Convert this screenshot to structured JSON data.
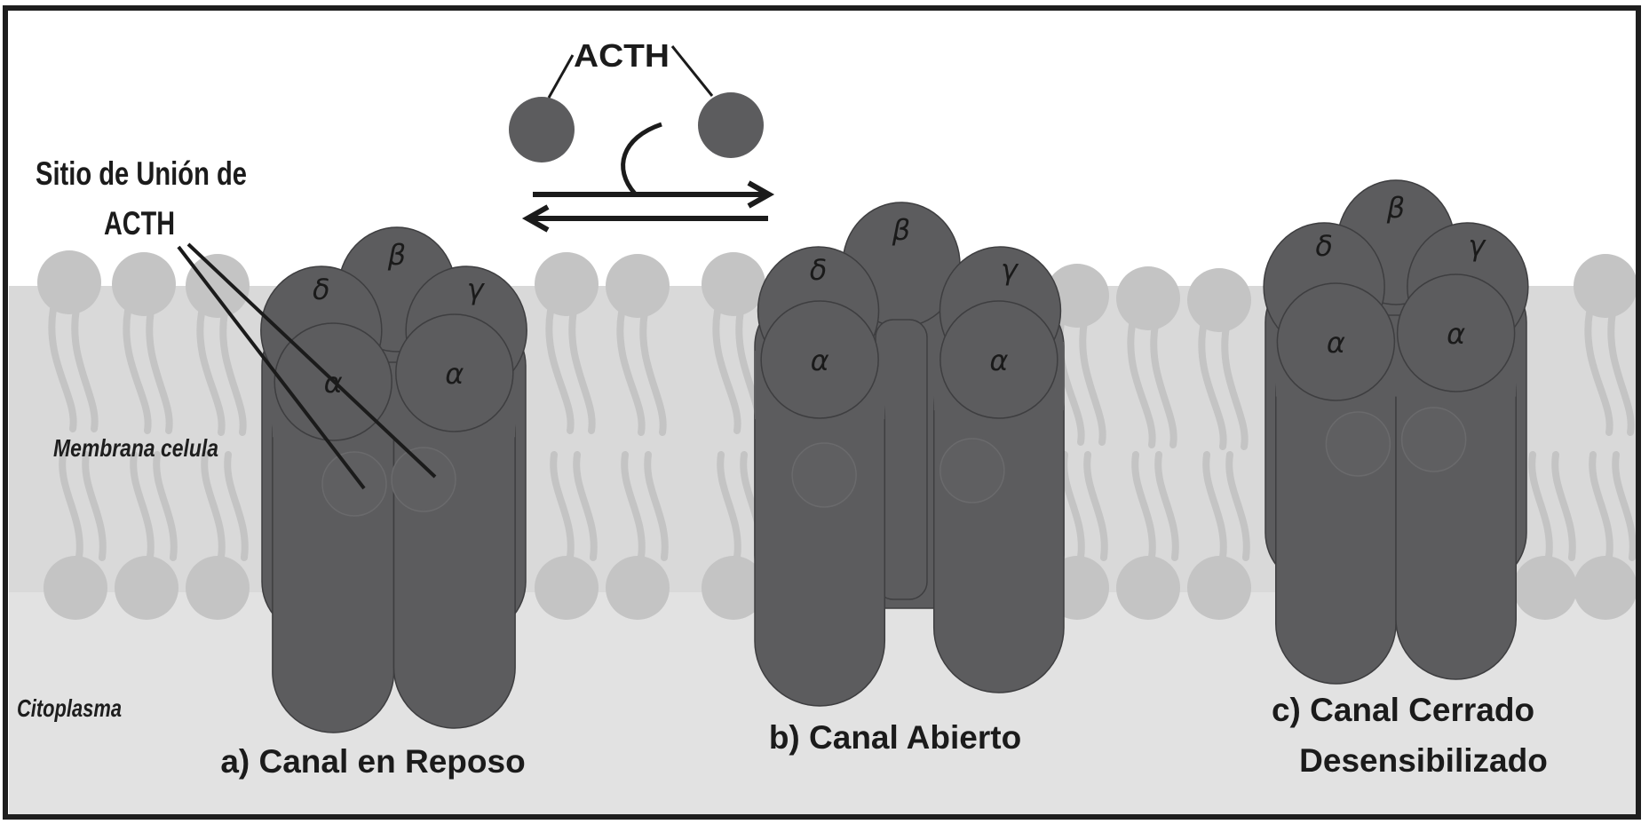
{
  "diagram": {
    "labels": {
      "acth": "ACTH",
      "binding_site_line1": "Sitio de Unión de",
      "binding_site_line2": "ACTH",
      "membrane": "Membrana celula",
      "cytoplasm": "Citoplasma"
    },
    "channels": [
      {
        "id": "a",
        "caption_lines": [
          "a) Canal en Reposo"
        ],
        "state": "resting",
        "subunits": {
          "beta": "β",
          "delta": "δ",
          "gamma": "γ",
          "alpha_left": "α",
          "alpha_right": "α"
        }
      },
      {
        "id": "b",
        "caption_lines": [
          "b) Canal Abierto"
        ],
        "state": "open",
        "subunits": {
          "beta": "β",
          "delta": "δ",
          "gamma": "γ",
          "alpha_left": "α",
          "alpha_right": "α"
        }
      },
      {
        "id": "c",
        "caption_lines": [
          "c) Canal Cerrado",
          "Desensibilizado"
        ],
        "state": "closed-desensitized",
        "subunits": {
          "beta": "β",
          "delta": "δ",
          "gamma": "γ",
          "alpha_left": "α",
          "alpha_right": "α"
        }
      }
    ],
    "colors": {
      "background": "#ffffff",
      "membrane_band": "#d9d9d9",
      "cytoplasm": "#e2e2e2",
      "lipid": "#c4c4c4",
      "protein": "#5c5c5e",
      "protein_outline": "#3e3e40",
      "border": "#1e1e1e",
      "text": "#1b1b1b"
    }
  }
}
